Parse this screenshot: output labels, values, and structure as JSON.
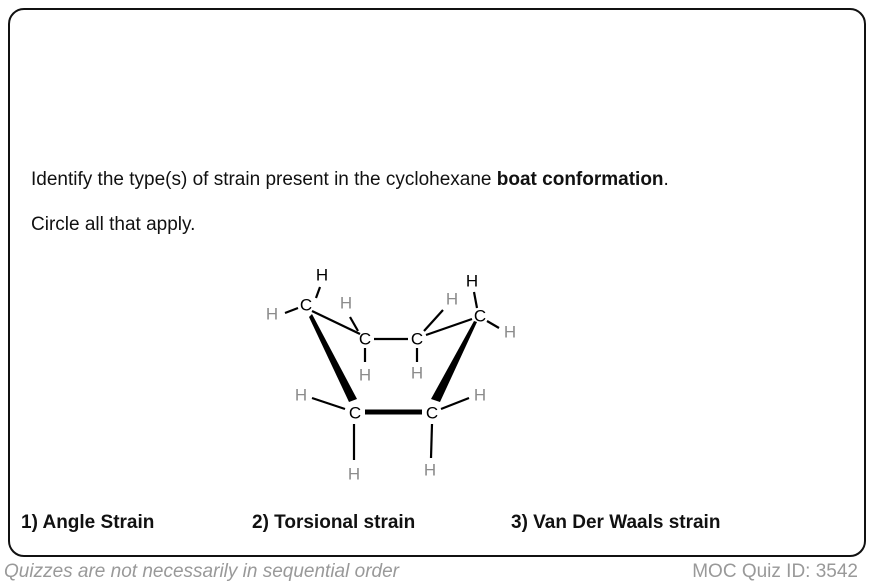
{
  "question": {
    "prefix": "Identify the type(s) of strain present in the cyclohexane ",
    "bold": "boat conformation",
    "suffix": ".",
    "instruction": "Circle all that apply."
  },
  "molecule": {
    "carbon": "C",
    "hydrogen": "H"
  },
  "options": [
    "1) Angle Strain",
    "2) Torsional strain",
    "3) Van Der Waals strain"
  ],
  "footer": {
    "note": "Quizzes are not necessarily in sequential order",
    "quiz_id": "MOC Quiz ID: 3542"
  },
  "colors": {
    "grey_h": "#8c8c8c",
    "text": "#111111",
    "footer": "#999999"
  }
}
